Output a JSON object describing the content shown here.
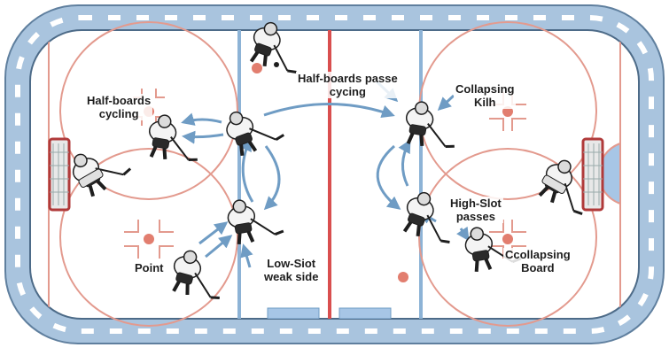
{
  "colors": {
    "boards_outer": "#a9c4de",
    "boards_dash": "#ffffff",
    "ice": "#ffffff",
    "red_line": "#d94f4f",
    "circle_line": "#e39a8e",
    "blue_line": "#8db3d6",
    "arrow": "#6f9cc4",
    "crease": "#a7c6e6",
    "jersey": "#f4f4f4",
    "pants": "#2a2a2a",
    "outline": "#1e1e1e"
  },
  "labels": {
    "half_boards_cycling": "Half-boards\ncycling",
    "half_boards_passe_cycing": "Half-boards passe\ncycing",
    "collapsing_kilh": "Collapsing\nKilh",
    "high_slot_passes": "High-Slot\npasses",
    "point": "Point",
    "low_siot_weak_side": "Low-Siot\nweak side",
    "ccollapsing_board": "Ccollapsing\nBoard"
  },
  "icons": [
    "hockey-player-icon",
    "hockey-goalie-icon",
    "hockey-net-icon",
    "puck-icon"
  ]
}
